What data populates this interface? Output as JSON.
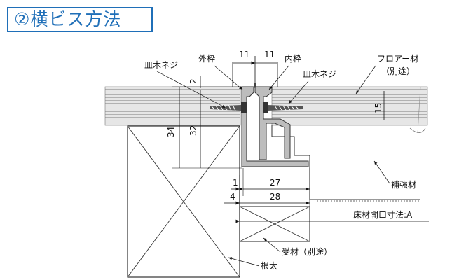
{
  "title": "②横ビス方法",
  "labels": {
    "screw_left": "皿木ネジ",
    "outer_frame": "外枠",
    "inner_frame": "内枠",
    "screw_right": "皿木ネジ",
    "floor_material": "フロアー材",
    "floor_material_sub": "（別途）",
    "reinforcement": "補強材",
    "floor_opening": "床材開口寸法:A",
    "receiver": "受材（別途）",
    "joist": "根太"
  },
  "dimensions": {
    "d11_left": "11",
    "d11_right": "11",
    "d2": "2",
    "d15": "15",
    "d34": "34",
    "d32": "32",
    "d1": "1",
    "d27": "27",
    "d4": "4",
    "d28": "28"
  }
}
